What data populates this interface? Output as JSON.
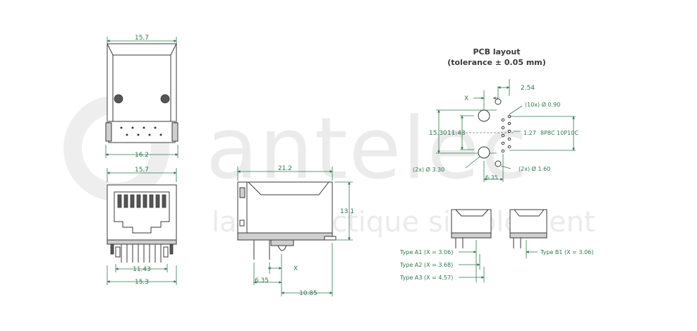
{
  "watermark": {
    "brand": "antelec",
    "tagline": "la connectique simplement"
  },
  "top_view": {
    "width_top": "15.7",
    "width_bottom": "16.2"
  },
  "front_view": {
    "width_top": "15.7",
    "pin_span": "11.43",
    "width_bottom": "15.3"
  },
  "side_view": {
    "length": "21.2",
    "height": "13.1",
    "pin_offset": "6.35",
    "x_label": "X",
    "depth": "10.85"
  },
  "pcb": {
    "title_line1": "PCB layout",
    "title_line2": "(tolerance ± 0.05 mm)",
    "x_label": "X",
    "pitch_top": "2.54",
    "hole_small_callout": "(10x) Ø 0.90",
    "height_outer": "15.30",
    "height_inner": "11.43",
    "pitch": "1.27",
    "config": "8P8C  10P10C",
    "big_hole_callout": "(2x) Ø 3.30",
    "mid_hole_callout": "(2x) Ø 1.60",
    "offset": "6.35"
  },
  "types": {
    "a1": "Type A1 (X = 3.06)",
    "a2": "Type A2 (X = 3.68)",
    "a3": "Type A3 (X = 4.57)",
    "b1": "Type B1 (X = 3.06)"
  }
}
